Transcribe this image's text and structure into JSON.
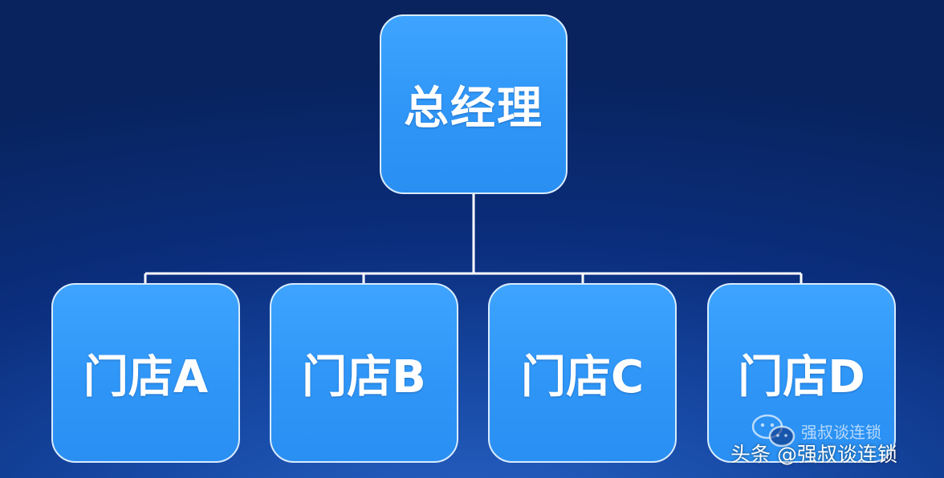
{
  "diagram": {
    "root": {
      "label": "总经理"
    },
    "children": [
      {
        "label": "门店A"
      },
      {
        "label": "门店B"
      },
      {
        "label": "门店C"
      },
      {
        "label": "门店D"
      }
    ]
  },
  "watermarks": {
    "inner": "强叔谈连锁",
    "outer": "头条 @强叔谈连锁"
  },
  "colors": {
    "background": "#0b2e7d",
    "node_fill": "#3099f8",
    "node_border": "#d9ecff",
    "connector": "#ffffff"
  },
  "icons": {
    "watermark_icon": "wechat-icon"
  }
}
